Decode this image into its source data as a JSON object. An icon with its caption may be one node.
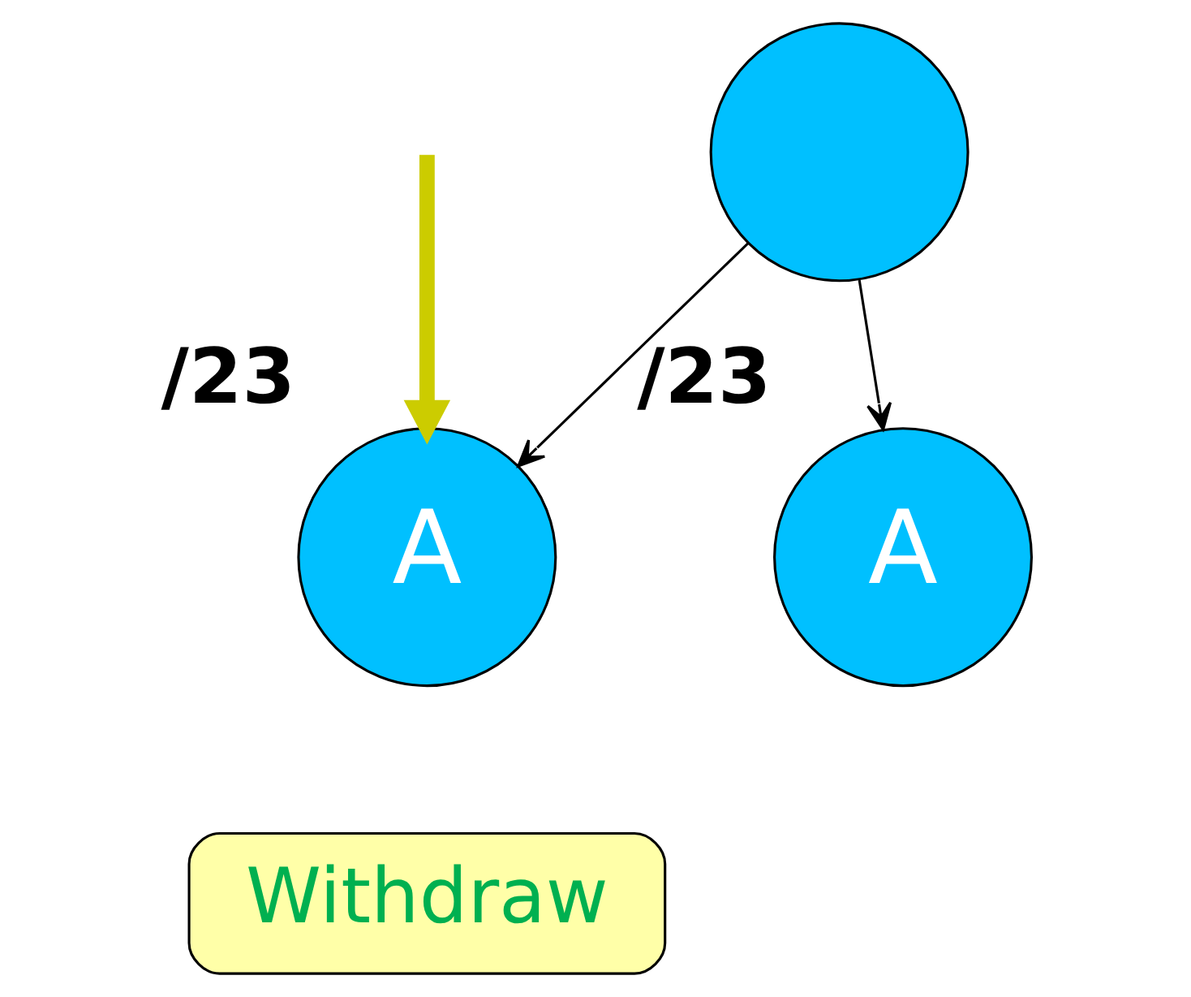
{
  "diagram": {
    "nodes": [
      {
        "text": [],
        "shape": "circle"
      },
      {
        "text": [
          "A"
        ],
        "beside": [
          "/23"
        ]
      },
      {
        "text": [
          "A"
        ],
        "beside": [
          "/23"
        ]
      },
      {
        "text": [
          "Withdraw"
        ]
      }
    ],
    "edges": [
      {
        "from": 0,
        "to": 1,
        "arrow": "to"
      },
      {
        "from": 0,
        "to": 2,
        "arrow": "to"
      },
      {
        "from": null,
        "to": 1,
        "arrow": "to",
        "style": "thick",
        "color": "#cccc00"
      }
    ]
  }
}
